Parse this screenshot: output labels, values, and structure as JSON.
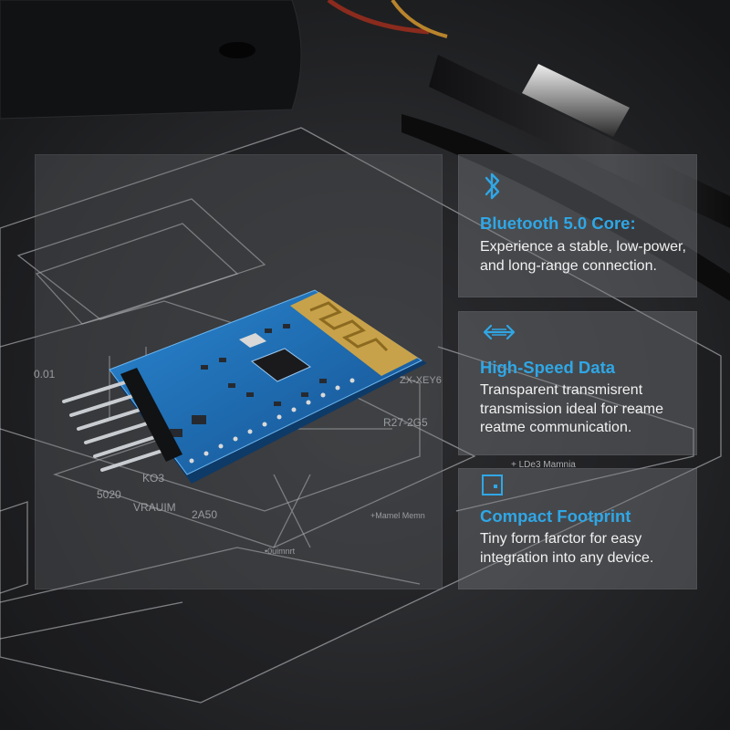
{
  "features": [
    {
      "icon": "bluetooth-icon",
      "title": "Bluetooth 5.0 Core:",
      "lines": [
        "Experience a stable, low-power,",
        "and long-range connection."
      ]
    },
    {
      "icon": "double-arrow-icon",
      "title": "High-Speed Data",
      "lines": [
        "Transparent transmisrent",
        "transmission ideal for reame",
        "reatme communication."
      ]
    },
    {
      "icon": "square-dot-icon",
      "title": "Compact Footprint",
      "lines": [
        "Tiny form farctor for easy",
        "integration into any device."
      ]
    }
  ],
  "schematic_labels": {
    "l1": "R27-2G5",
    "l2": "5020",
    "l3": "KO3",
    "l4": "VRAUIM",
    "l5": "2A50",
    "l6": "0.01",
    "l7": "+ LDe3 Mamnia",
    "l8": "+Mamel Memn",
    "l9": "•0uimnrt",
    "l10": "ZX-XEY6"
  },
  "colors": {
    "accent": "#2fa7e6",
    "pcb": "#1e6fb8",
    "antenna": "#c8a24a"
  }
}
